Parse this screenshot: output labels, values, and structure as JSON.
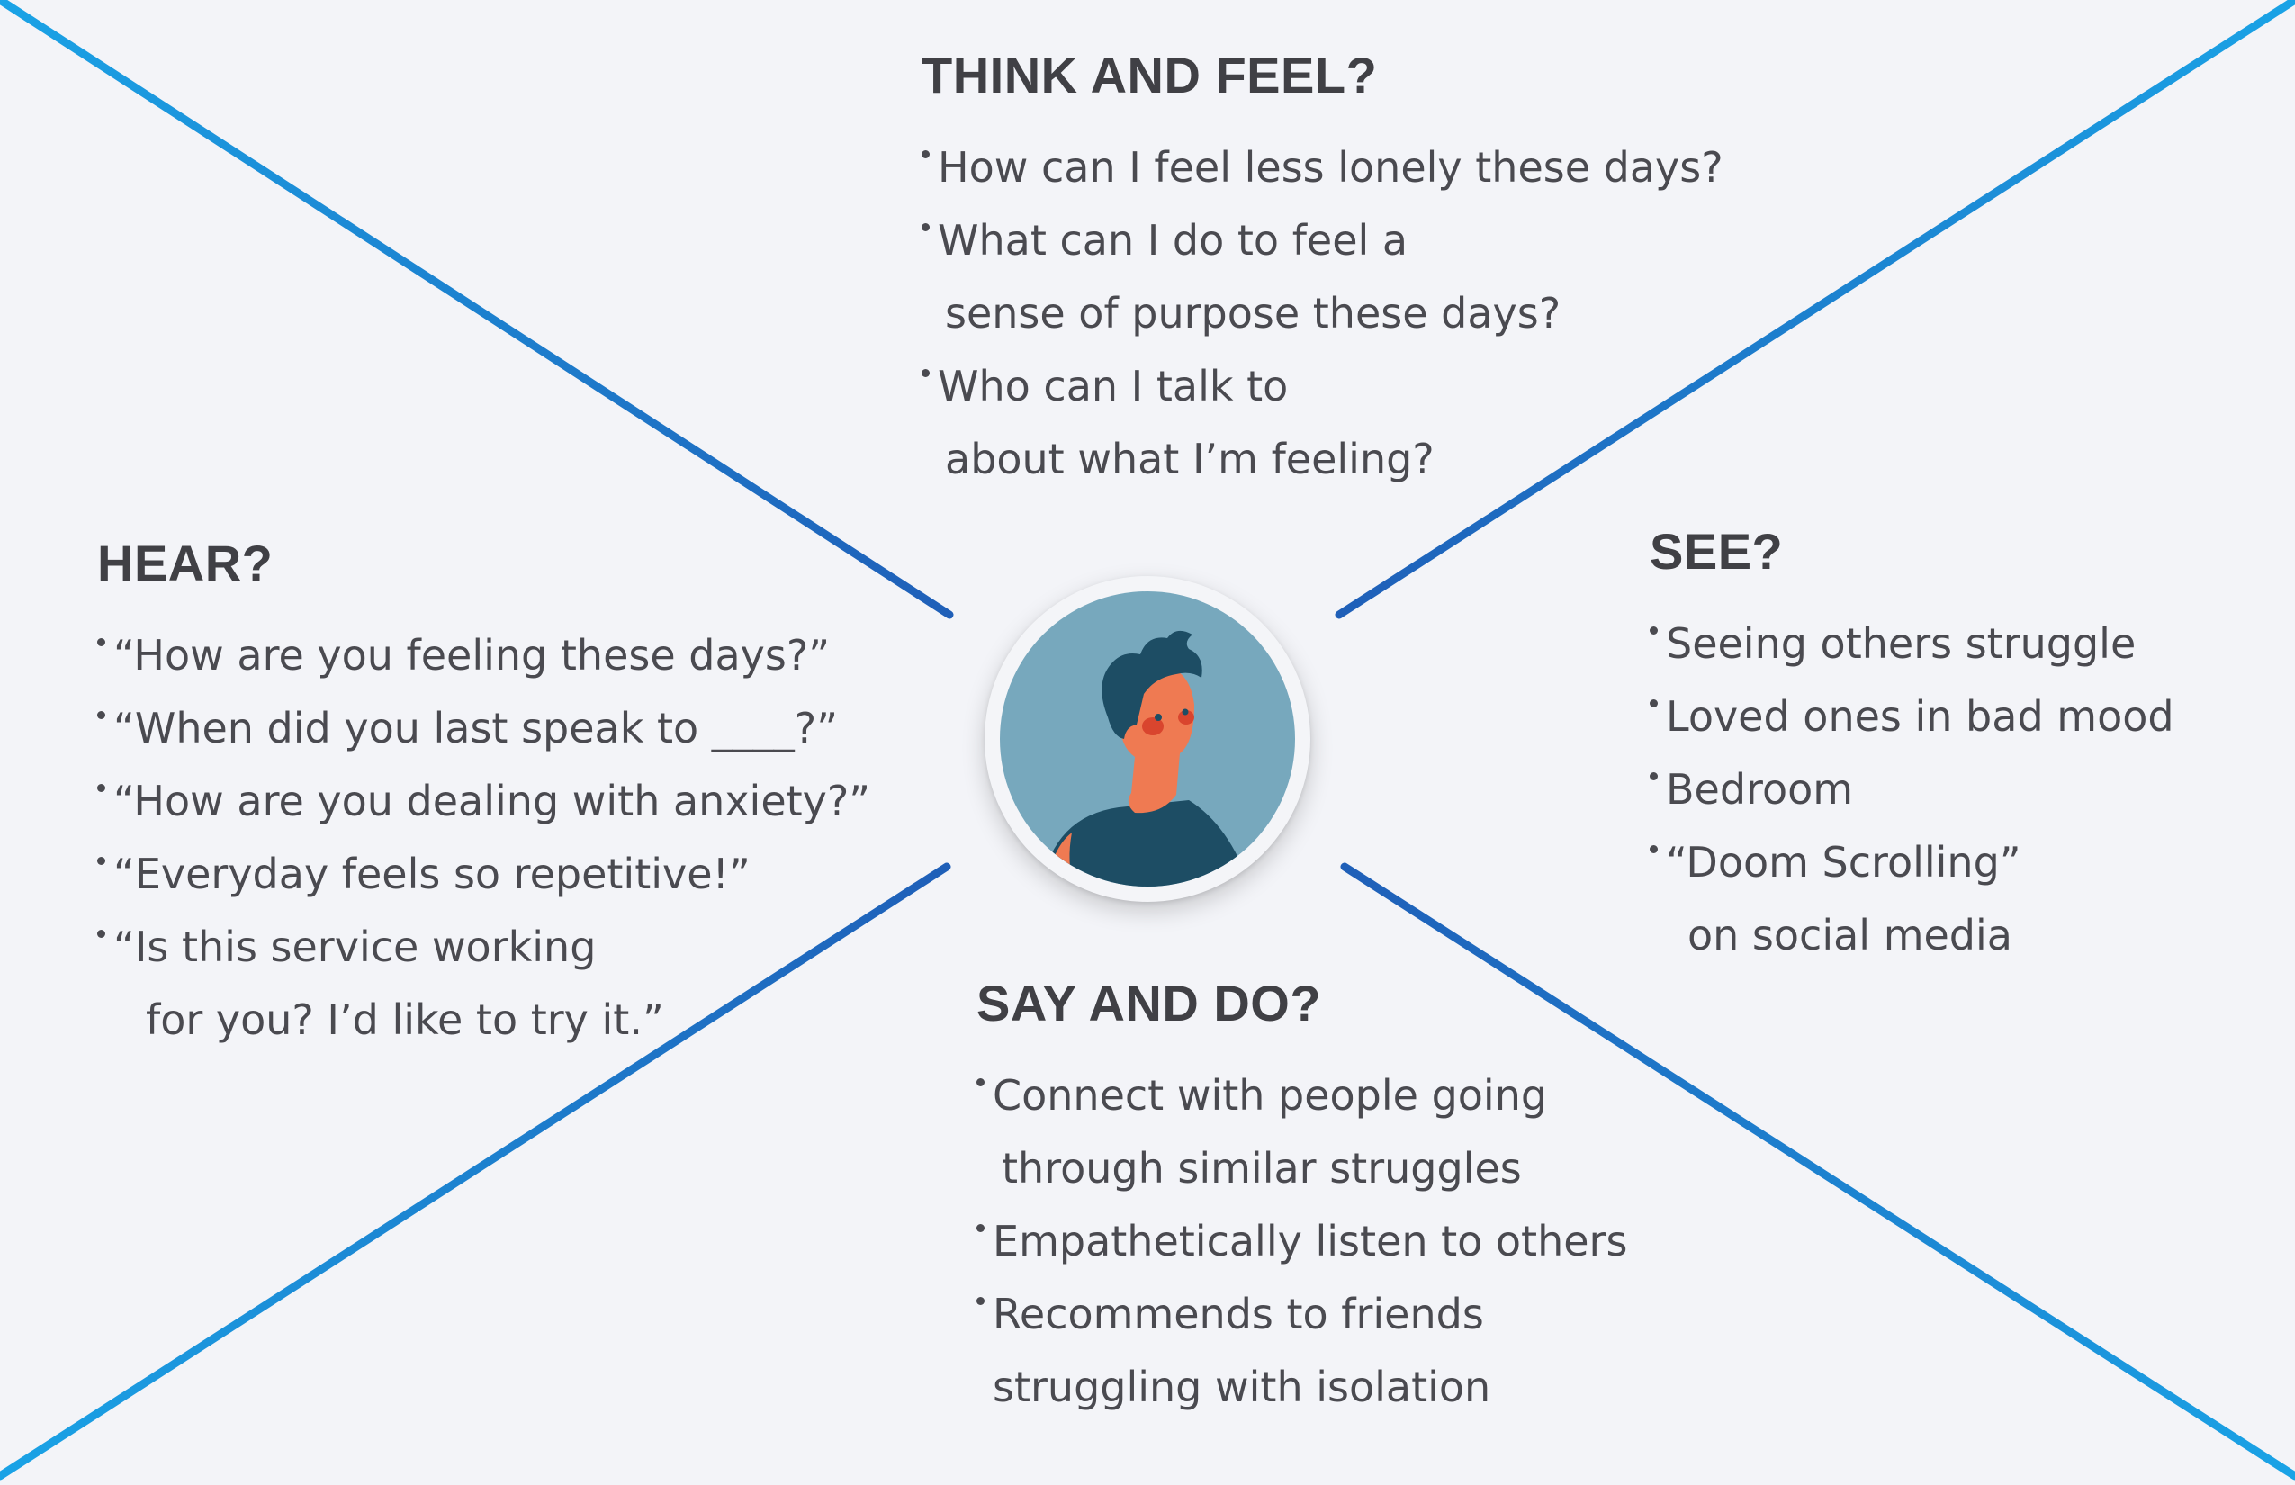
{
  "colors": {
    "background": "#f3f4f8",
    "line_start": "#1aa3e6",
    "line_end": "#1f5fb8",
    "heading": "#404045",
    "body_text": "#4a4a50",
    "avatar_bg": "#77a8bd",
    "avatar_hair": "#1d4d64",
    "avatar_skin": "#ef7a52",
    "avatar_shirt": "#1d4d64"
  },
  "avatar": {
    "icon": "person-avatar-icon"
  },
  "sections": {
    "think": {
      "title": "THINK AND FEEL?",
      "items": [
        {
          "text": "How can I feel less lonely these days?"
        },
        {
          "text": "What can I do to feel a",
          "cont": "sense of purpose these days?"
        },
        {
          "text": "Who can I talk to",
          "cont": "about what I’m feeling?"
        }
      ]
    },
    "hear": {
      "title": "HEAR?",
      "items": [
        {
          "text": "“How are you feeling these days?”"
        },
        {
          "text": "“When did you last speak to ____?”"
        },
        {
          "text": "“How are you dealing with anxiety?”"
        },
        {
          "text": "“Everyday feels so repetitive!”"
        },
        {
          "text": "“Is this service working",
          "cont": "for you? I’d like to try it.”"
        }
      ]
    },
    "see": {
      "title": "SEE?",
      "items": [
        {
          "text": "Seeing others struggle"
        },
        {
          "text": "Loved ones in bad mood"
        },
        {
          "text": "Bedroom"
        },
        {
          "text": "“Doom Scrolling”",
          "cont": "on social media"
        }
      ]
    },
    "say": {
      "title": "SAY AND DO?",
      "items": [
        {
          "text": "Connect with people going",
          "cont": "through similar struggles"
        },
        {
          "text": "Empathetically listen to others"
        },
        {
          "text": "Recommends to friends",
          "cont": "struggling with isolation"
        }
      ]
    }
  }
}
